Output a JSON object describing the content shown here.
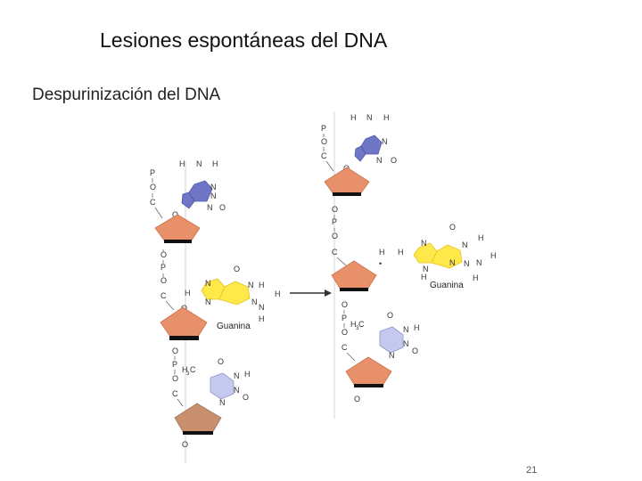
{
  "slide": {
    "title": "Lesiones espontáneas del DNA",
    "subtitle": "Despurinización del DNA",
    "page_number": "21"
  },
  "diagram": {
    "base_labels": {
      "guanine_left": "Guanina",
      "guanine_right": "Guanina"
    },
    "colors": {
      "sugar": "#e8906a",
      "sugar_bottom": "#e2866a",
      "purine_blue": "#6f76c6",
      "guanine_yellow": "#ffe84a",
      "thymine_light": "#c5c9ee",
      "backbone": "#cccccc"
    }
  }
}
